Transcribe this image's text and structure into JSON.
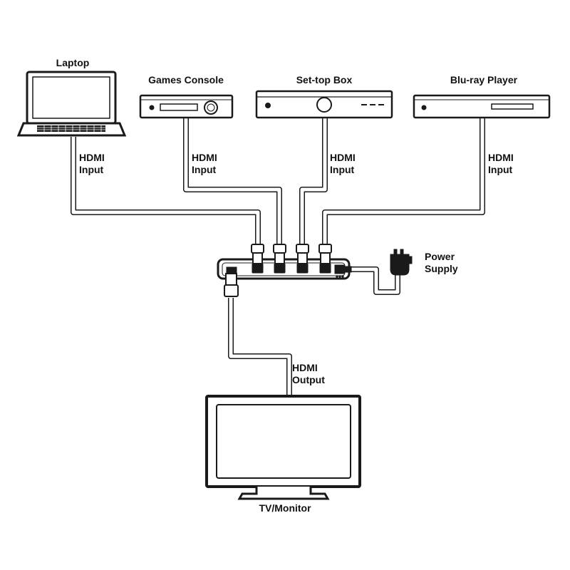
{
  "devices": {
    "laptop": "Laptop",
    "games_console": "Games Console",
    "settop_box": "Set-top Box",
    "bluray_player": "Blu-ray Player",
    "tv_monitor": "TV/Monitor",
    "power_supply_line1": "Power",
    "power_supply_line2": "Supply"
  },
  "connections": {
    "input_line1": "HDMI",
    "input_line2": "Input",
    "output_line1": "HDMI",
    "output_line2": "Output"
  },
  "colors": {
    "line": "#1a1a1a",
    "cable_fill": "#ffffff",
    "screen_fill": "#ffffff"
  }
}
